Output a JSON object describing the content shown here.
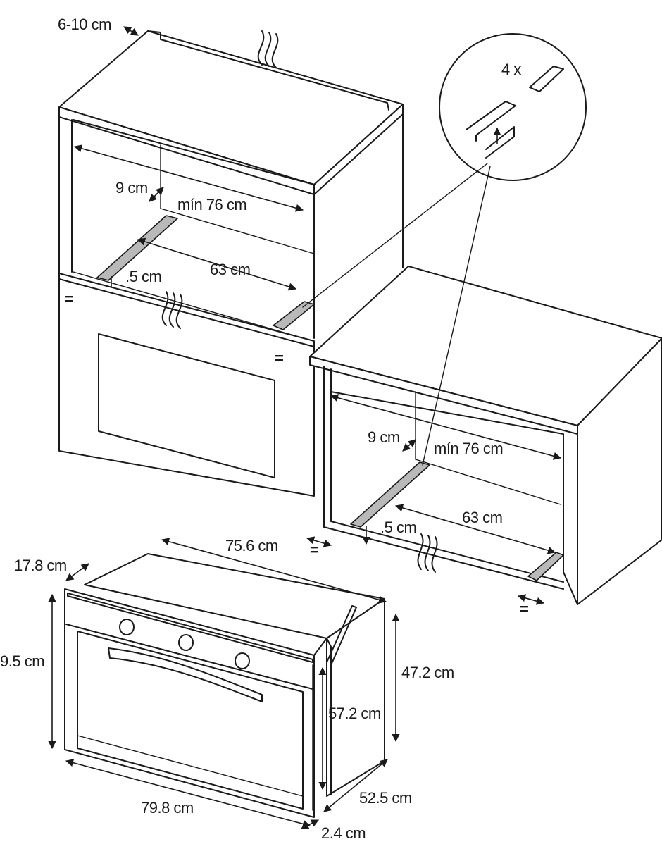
{
  "labels": {
    "top_gap": "6-10 cm",
    "upper_depth_gap": "9 cm",
    "upper_min_width": "mín 76 cm",
    "upper_rail_span": "63 cm",
    "upper_rail_offset": ".5 cm",
    "inset_count": "4 x",
    "lower_depth_gap": "9 cm",
    "lower_min_width": "mín 76 cm",
    "lower_rail_span": "63 cm",
    "lower_rail_offset": ".5 cm",
    "oven_body_width": "75.6 cm",
    "oven_front_depth": "17.8 cm",
    "oven_front_height": "9.5 cm",
    "oven_body_height": "47.2 cm",
    "oven_side_height": "57.2 cm",
    "oven_depth": "52.5 cm",
    "oven_front_width": "79.8 cm",
    "oven_front_thickness": "2.4 cm"
  },
  "equal_sign": "="
}
